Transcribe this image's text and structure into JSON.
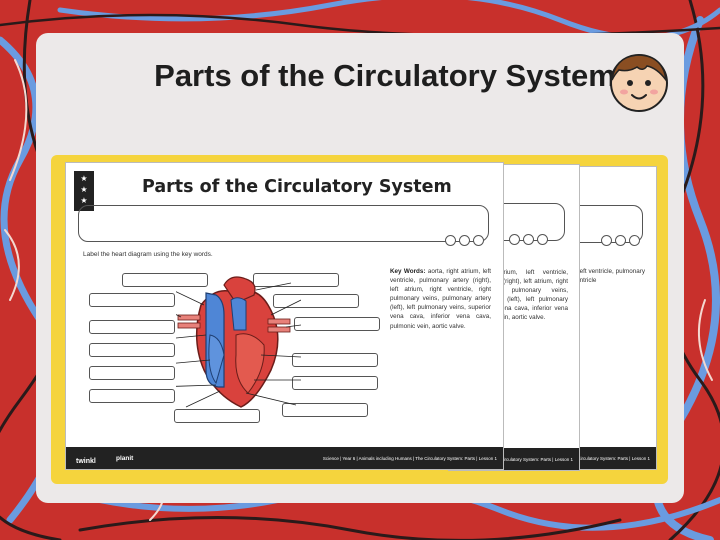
{
  "slide": {
    "title": "Parts of the Circulatory System"
  },
  "worksheet": {
    "title": "Parts of the Circulatory System",
    "instruction": "Label the heart diagram using the key words.",
    "key_words_label": "Key Words:",
    "key_words_text": "aorta, right atrium, left ventricle, pulmonary artery (right), left atrium, right ventricle, right pulmonary veins, pulmonary artery (left), left pulmonary veins, superior vena cava, inferior vena cava, pulmonic vein, aortic valve.",
    "footer": "Science | Year 6 | Animals including Humans | The Circulatory System: Parts | Lesson 1",
    "brand": "twinkl",
    "brand2": "planit"
  },
  "sheet2": {
    "key_words_text": "aorta, right atrium, left ventricle, pulmonary artery (right), left atrium, right ventricle, right pulmonary veins, pulmonary artery (left), left pulmonary veins, superior vena cava, inferior vena cava, pulmonic vein, aortic valve.",
    "footer": "Circulatory System: Parts | Lesson 1"
  },
  "sheet3": {
    "key_words_text": "aorta, right atrium, left ventricle, pulmonary artery (right), left ventricle",
    "footer": "Circulatory System: Parts | Lesson 1"
  },
  "colors": {
    "background": "#c8302c",
    "frame": "#f5d43d",
    "card": "#ece9e9",
    "vein_blue": "#4f86d6",
    "artery_red": "#d9423d"
  }
}
